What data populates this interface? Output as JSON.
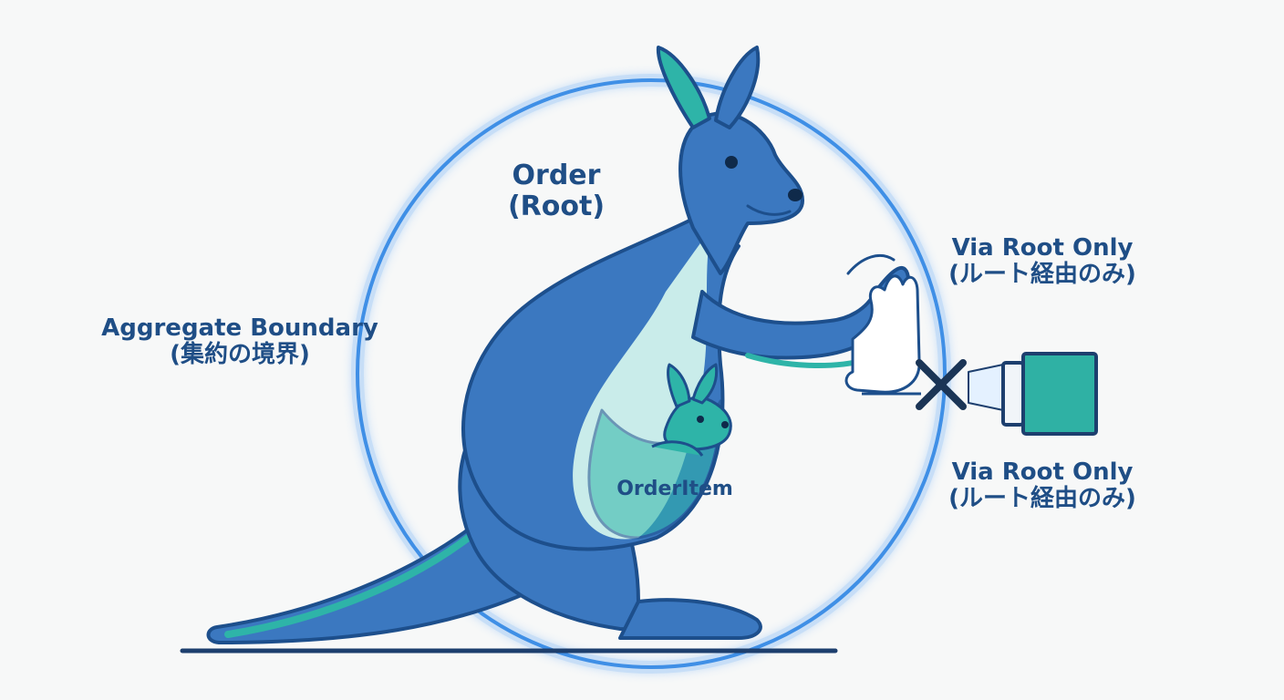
{
  "labels": {
    "root_line1": "Order",
    "root_line2": "(Root)",
    "boundary_line1": "Aggregate Boundary",
    "boundary_line2": "(集約の境界)",
    "via_top_line1": "Via Root Only",
    "via_top_line2": "(ルート経由のみ)",
    "via_bottom_line1": "Via Root Only",
    "via_bottom_line2": "(ルート経由のみ)",
    "child": "OrderItem"
  },
  "icons": {
    "mother": "kangaroo-icon",
    "joey": "joey-kangaroo-icon",
    "blocked": "cross-mark-icon",
    "hand": "stop-hand-icon",
    "plug": "connector-plug-icon"
  },
  "colors": {
    "boundary_circle": "#3f8fe6",
    "kangaroo_body": "#3b78c0",
    "kangaroo_outline": "#1d4f8c",
    "accent_teal": "#2eb4a8",
    "belly_light": "#c9ecea",
    "label_text": "#1f4e86",
    "plug": "#2fb1a4"
  }
}
